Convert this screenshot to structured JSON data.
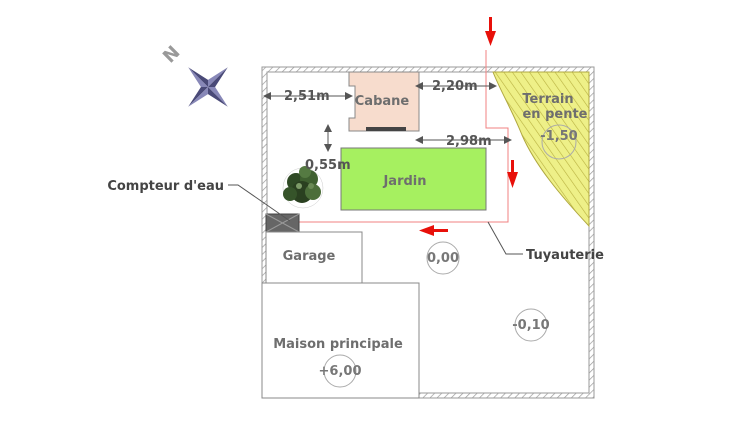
{
  "labels": {
    "cabane": "Cabane",
    "jardin": "Jardin",
    "terrain_line1": "Terrain",
    "terrain_line2": "en pente",
    "garage": "Garage",
    "maison": "Maison principale",
    "compteur": "Compteur d'eau",
    "tuyauterie": "Tuyauterie"
  },
  "dimensions": {
    "left_to_cabane": "2,51m",
    "cabane_to_pipe": "2,20m",
    "jardin_to_pipe": "2,98m",
    "cabane_to_jardin": "0,55m"
  },
  "elevations": {
    "terrain": "-1,50",
    "center": "0,00",
    "right": "-0,10",
    "maison": "+6,00"
  },
  "compass": {
    "letter": "N"
  },
  "colors": {
    "wall": "#c8c8c8",
    "jardin": "#a6f060",
    "cabane": "#f7dccd",
    "slope": "#eef088",
    "pipe": "#f08080",
    "arrow": "#e8100a",
    "compass": "#4a4a78"
  }
}
